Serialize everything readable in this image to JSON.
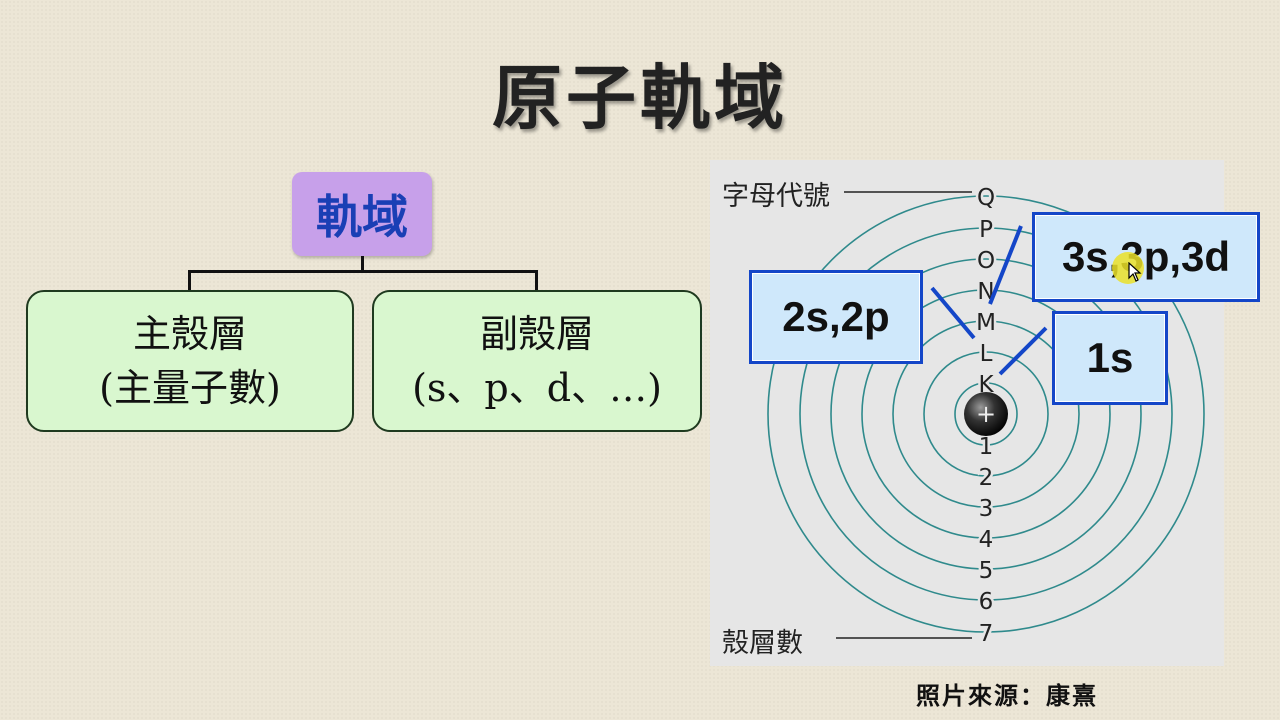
{
  "title": "原子軌域",
  "tree": {
    "root": "軌域",
    "children": [
      {
        "line1": "主殼層",
        "line2": "(主量子數)"
      },
      {
        "line1": "副殼層",
        "line2": "(s、p、d、…)"
      }
    ]
  },
  "figure": {
    "letter_caption": "字母代號",
    "shell_caption": "殼層數",
    "letters": [
      "Q",
      "P",
      "O",
      "N",
      "M",
      "L",
      "K"
    ],
    "numbers": [
      "1",
      "2",
      "3",
      "4",
      "5",
      "6",
      "7"
    ],
    "nucleus_symbol": "+",
    "labels": {
      "n3": "3s,3p,3d",
      "n2": "2s,2p",
      "n1": "1s"
    }
  },
  "credit": "照片來源：康熹",
  "colors": {
    "background": "#ece6d6",
    "root_box": "#c7a0ea",
    "root_text": "#1a3fb5",
    "child_box": "#d9f7cf",
    "label_box": "#cfe8fb",
    "label_border": "#1446c8",
    "orbit": "#2f8a8c",
    "figure_panel": "#e6e6e6"
  }
}
